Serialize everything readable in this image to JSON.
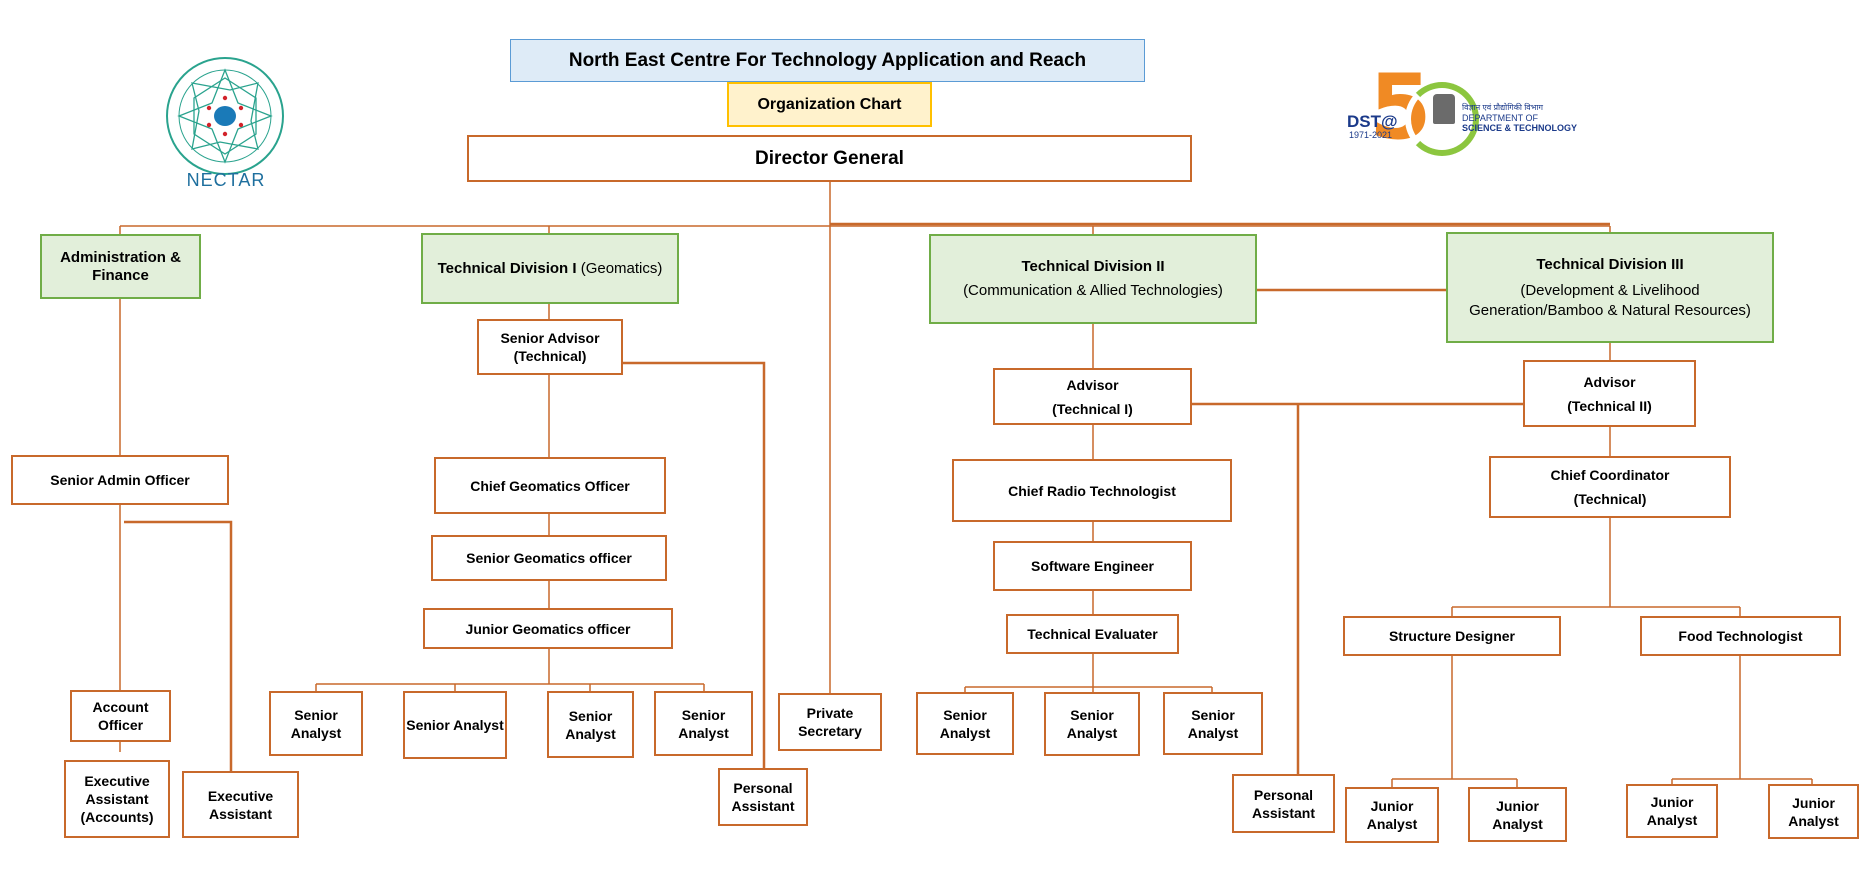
{
  "header": {
    "title": "North East Centre For Technology Application and Reach",
    "subtitle": "Organization Chart",
    "director": "Director General"
  },
  "logos": {
    "left_text": "NECTAR",
    "right": {
      "dst": "DST@",
      "years": "1971-2021",
      "hindi": "विज्ञान एवं प्रौद्योगिकी विभाग",
      "dept1": "DEPARTMENT OF",
      "dept2": "SCIENCE & TECHNOLOGY",
      "big_digit": "5"
    }
  },
  "colors": {
    "line": "#c8692b",
    "division_fill": "#e2efda",
    "division_border": "#70ad47",
    "title_fill": "#deebf7",
    "subtitle_fill": "#fff2cc"
  },
  "admin": {
    "division": [
      "Administration &",
      "Finance"
    ],
    "senior_admin_officer": "Senior Admin Officer",
    "account_officer": [
      "Account",
      "Officer"
    ],
    "exec_assistant_accounts": [
      "Executive",
      "Assistant",
      "(Accounts)"
    ],
    "exec_assistant": [
      "Executive",
      "Assistant"
    ]
  },
  "td1": {
    "division_bold": "Technical Division I",
    "division_normal": " (Geomatics)",
    "senior_advisor": [
      "Senior Advisor",
      "(Technical)"
    ],
    "chief_geomatics": "Chief Geomatics Officer",
    "senior_geomatics": "Senior Geomatics officer",
    "junior_geomatics": "Junior Geomatics officer",
    "analysts": [
      [
        "Senior",
        "Analyst"
      ],
      [
        "Senior Analyst"
      ],
      [
        "Senior",
        "Analyst"
      ],
      [
        "Senior",
        "Analyst"
      ]
    ],
    "personal_assistant": [
      "Personal",
      "Assistant"
    ]
  },
  "private_secretary": [
    "Private",
    "Secretary"
  ],
  "td2": {
    "division_bold": "Technical Division II",
    "division_normal": "(Communication & Allied Technologies)",
    "advisor": [
      "Advisor",
      "(Technical I)"
    ],
    "chief_radio": "Chief Radio Technologist",
    "software_engineer": "Software Engineer",
    "technical_evaluater": "Technical Evaluater",
    "analysts": [
      [
        "Senior",
        "Analyst"
      ],
      [
        "Senior",
        "Analyst"
      ],
      [
        "Senior",
        "Analyst"
      ]
    ],
    "personal_assistant": [
      "Personal",
      "Assistant"
    ]
  },
  "td3": {
    "division_bold": "Technical Division III",
    "division_normal": [
      "(Development & Livelihood",
      "Generation/Bamboo & Natural Resources)"
    ],
    "advisor": [
      "Advisor",
      "(Technical II)"
    ],
    "chief_coordinator": [
      "Chief Coordinator",
      "(Technical)"
    ],
    "structure_designer": "Structure Designer",
    "food_technologist": "Food Technologist",
    "sd_analysts": [
      [
        "Junior",
        "Analyst"
      ],
      [
        "Junior Analyst"
      ]
    ],
    "ft_analysts": [
      [
        "Junior",
        "Analyst"
      ],
      [
        "Junior",
        "Analyst"
      ]
    ]
  }
}
